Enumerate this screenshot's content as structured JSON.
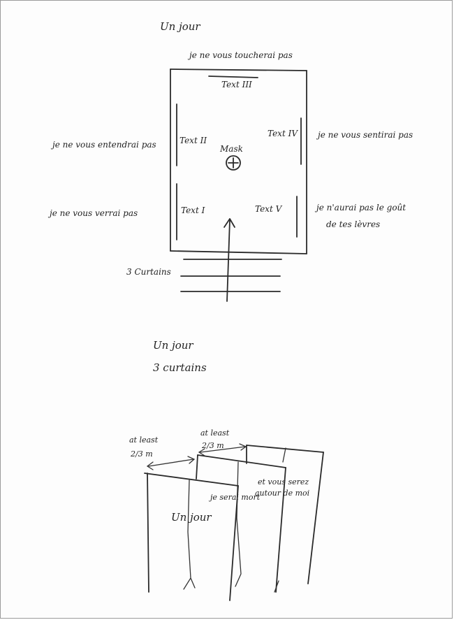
{
  "top": {
    "title": "Un jour",
    "top_label": "je ne vous toucherai pas",
    "left_upper_label": "je ne vous entendrai pas",
    "right_upper_label": "je ne vous sentirai pas",
    "left_lower_label": "je ne vous verrai pas",
    "right_lower_label_line1": "je n'aurai pas le goût",
    "right_lower_label_line2": "de tes lèvres",
    "curtains_label": "3 Curtains",
    "texts": {
      "t1": "Text I",
      "t2": "Text II",
      "t3": "Text III",
      "t4": "Text IV",
      "t5": "Text V"
    },
    "mask_label": "Mask"
  },
  "bottom": {
    "title_line1": "Un jour",
    "title_line2": "3 curtains",
    "spacing_left_line1": "at least",
    "spacing_left_line2": "2/3 m",
    "spacing_right_line1": "at least",
    "spacing_right_line2": "2/3 m",
    "front_curtain_text": "Un jour",
    "middle_curtain_text": "je serai mort",
    "back_curtain_line1": "et vous serez",
    "back_curtain_line2": "autour de moi"
  }
}
